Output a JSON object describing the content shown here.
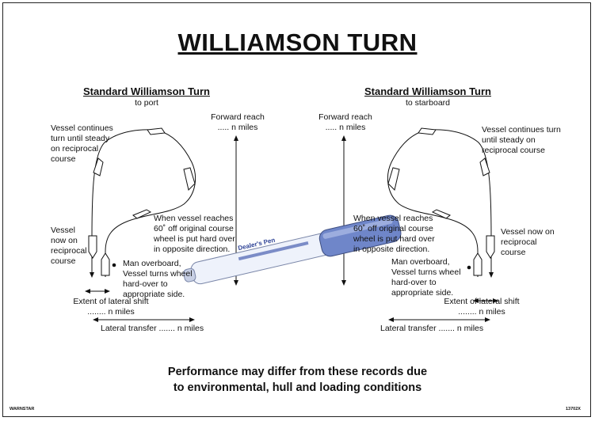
{
  "title": "WILLIAMSON TURN",
  "port": {
    "heading": "Standard Williamson Turn",
    "subheading": "to port",
    "steady_note": [
      "Vessel continues",
      "turn until steady",
      "on reciprocal",
      "course"
    ],
    "reciprocal_note": [
      "Vessel",
      "now on",
      "reciprocal",
      "course"
    ],
    "reaches_note": [
      "When vessel reaches",
      "60˚ off original course",
      "wheel is put hard over",
      "in opposite direction."
    ],
    "overboard_note": [
      "Man overboard,",
      "Vessel turns wheel",
      "hard-over to",
      "appropriate side."
    ],
    "forward_reach": [
      "Forward reach",
      "..... n miles"
    ],
    "lateral_shift": [
      "Extent of lateral shift",
      "........ n miles"
    ],
    "lateral_transfer": "Lateral transfer ....... n miles"
  },
  "starboard": {
    "heading": "Standard Williamson Turn",
    "subheading": "to starboard",
    "steady_note": [
      "Vessel continues turn",
      "until steady on",
      "reciprocal course"
    ],
    "reciprocal_note": [
      "Vessel now on",
      "reciprocal",
      "course"
    ],
    "reaches_note": [
      "When vessel reaches",
      "60˚ off original course",
      "wheel is put hard over",
      "in opposite direction."
    ],
    "overboard_note": [
      "Man overboard,",
      "Vessel turns wheel",
      "hard-over to",
      "appropriate side."
    ],
    "forward_reach": [
      "Forward reach",
      "..... n miles"
    ],
    "lateral_shift": [
      "Extent of lateral shift",
      "........ n miles"
    ],
    "lateral_transfer": "Lateral transfer ....... n miles"
  },
  "footer": [
    "Performance may differ from these records due",
    "to environmental, hull and loading conditions"
  ],
  "brand": "WARNSTAR",
  "code": "13702X",
  "pen_text": "Dealer's Pen",
  "colors": {
    "pen_blue": "#6f86c9",
    "pen_body": "#eef2fb",
    "line": "#111111"
  }
}
